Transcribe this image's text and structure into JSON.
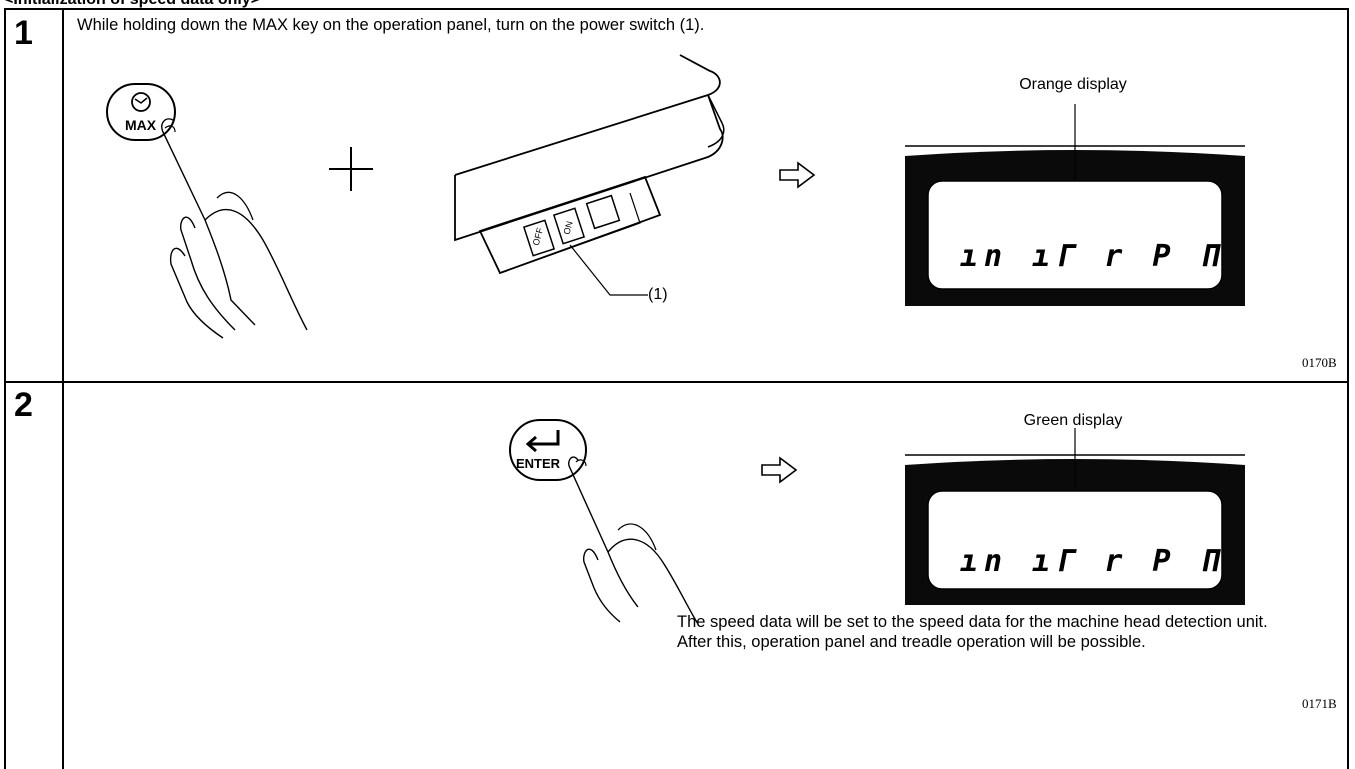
{
  "section_heading": "<Initialization of speed data only>",
  "steps": [
    {
      "number": "1",
      "instruction": "While holding down the MAX key on the operation panel, turn on the power switch (1).",
      "key_label": "MAX",
      "switch_labels": [
        "OFF",
        "ON"
      ],
      "callout": "(1)",
      "display_label": "Orange display",
      "display_text": "ın ıΓ  r P П",
      "figure_code": "0170B"
    },
    {
      "number": "2",
      "key_label": "ENTER",
      "display_label": "Green display",
      "display_text": "ın ıΓ  r P П",
      "note_line1": "The speed data will be set to the speed data for the machine head detection unit.",
      "note_line2": "After this, operation panel and treadle operation will be possible.",
      "figure_code": "0171B"
    }
  ]
}
